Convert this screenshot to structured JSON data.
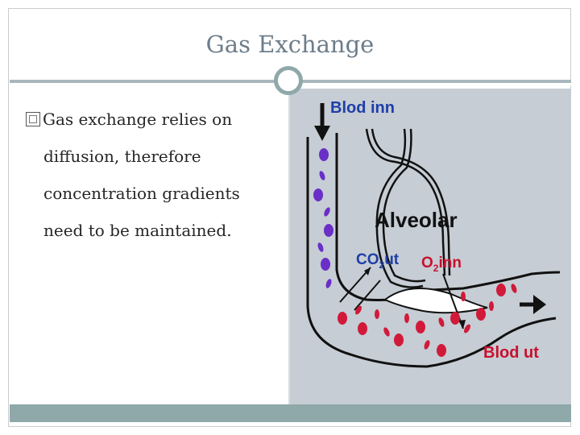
{
  "slide": {
    "title": "Gas Exchange",
    "bullet_lines": [
      "Gas exchange relies on",
      "diffusion, therefore",
      "concentration gradients",
      "need to be maintained."
    ]
  },
  "diagram": {
    "labels": {
      "blood_in": "Blod inn",
      "alveolar": "Alveolar",
      "co2_a": "CO",
      "co2_sub": "2",
      "co2_b": "ut",
      "o2_a": "O",
      "o2_sub": "2",
      "o2_b": "inn",
      "blood_out": "Blod ut"
    },
    "colors": {
      "deoxygenated": "#6a2fc7",
      "oxygenated": "#d11a3a",
      "label_blue": "#1f3ea8",
      "label_red": "#c8102e"
    }
  }
}
